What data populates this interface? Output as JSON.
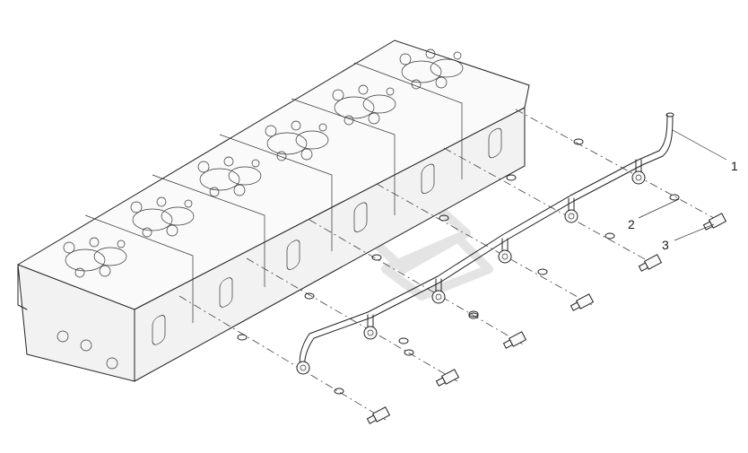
{
  "callouts": [
    {
      "id": "1",
      "label": "1"
    },
    {
      "id": "2",
      "label": "2"
    },
    {
      "id": "3",
      "label": "3"
    }
  ],
  "parts": {
    "cylinder_heads": 6,
    "fuel_line_branches": 6,
    "seal_washers_per_branch": 2,
    "banjo_bolts": 6
  }
}
